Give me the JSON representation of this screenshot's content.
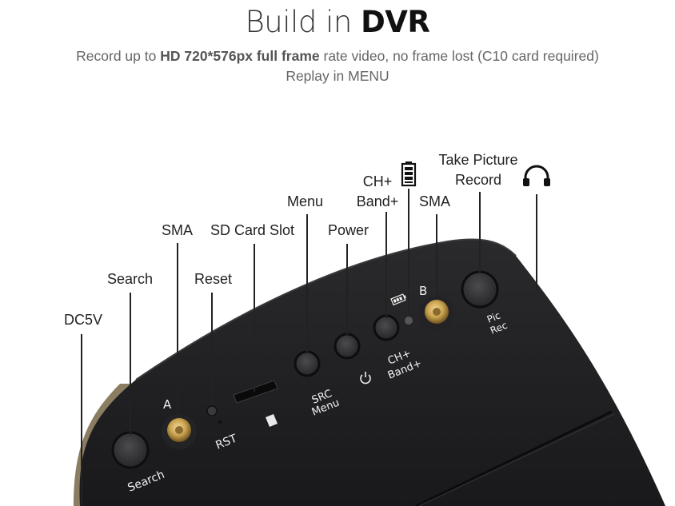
{
  "header": {
    "title_light": "Build in",
    "title_bold": "DVR",
    "line1_pre": "Record up to ",
    "line1_bold": "HD 720*576px full frame",
    "line1_post": " rate video, no frame lost (C10 card required)",
    "line2": "Replay in MENU"
  },
  "callouts": {
    "dc5v": "DC5V",
    "search": "Search",
    "sma_a": "SMA",
    "reset": "Reset",
    "sd_card_slot": "SD Card Slot",
    "menu": "Menu",
    "power": "Power",
    "ch_line1": "CH+",
    "ch_line2": "Band+",
    "sma_b": "SMA",
    "take_picture": "Take Picture",
    "record": "Record"
  },
  "device_labels": {
    "search": "Search",
    "a": "A",
    "rst": "RST",
    "src": "SRC",
    "menu": "Menu",
    "ch": "CH+",
    "band": "Band+",
    "b": "B",
    "pic": "Pic",
    "rec": "Rec"
  },
  "icons": [
    "battery-icon",
    "headphones-icon",
    "power-icon",
    "sd-card-icon",
    "battery-small-icon"
  ],
  "colors": {
    "device_body": "#1f1f21",
    "connector_gold": "#c9a24e",
    "text": "#222222",
    "subtext": "#666666"
  }
}
